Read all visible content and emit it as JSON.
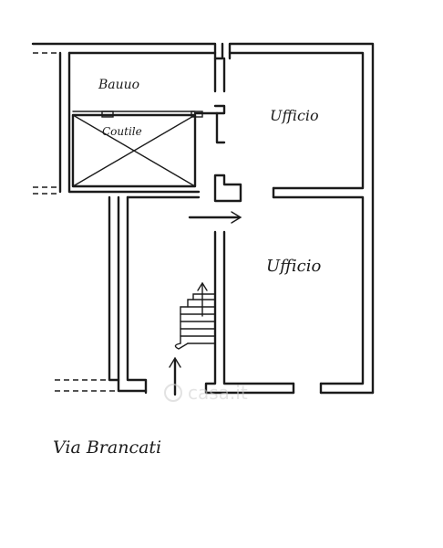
{
  "labels": {
    "room_bath": "Bauuo",
    "room_courtyard": "Coutile",
    "room_office_top": "Ufficio",
    "room_office_bottom": "Ufficio",
    "street": "Via Brancati"
  },
  "watermark": "casa.it",
  "icons": {
    "watermark_logo": "location-pin-icon",
    "entrance_arrow": "arrow-up-icon",
    "passage_arrow": "arrow-right-icon",
    "stairs": "staircase-icon"
  },
  "colors": {
    "ink": "#1b1b1b",
    "paper": "#ffffff",
    "watermark": "#cfcfcf"
  }
}
